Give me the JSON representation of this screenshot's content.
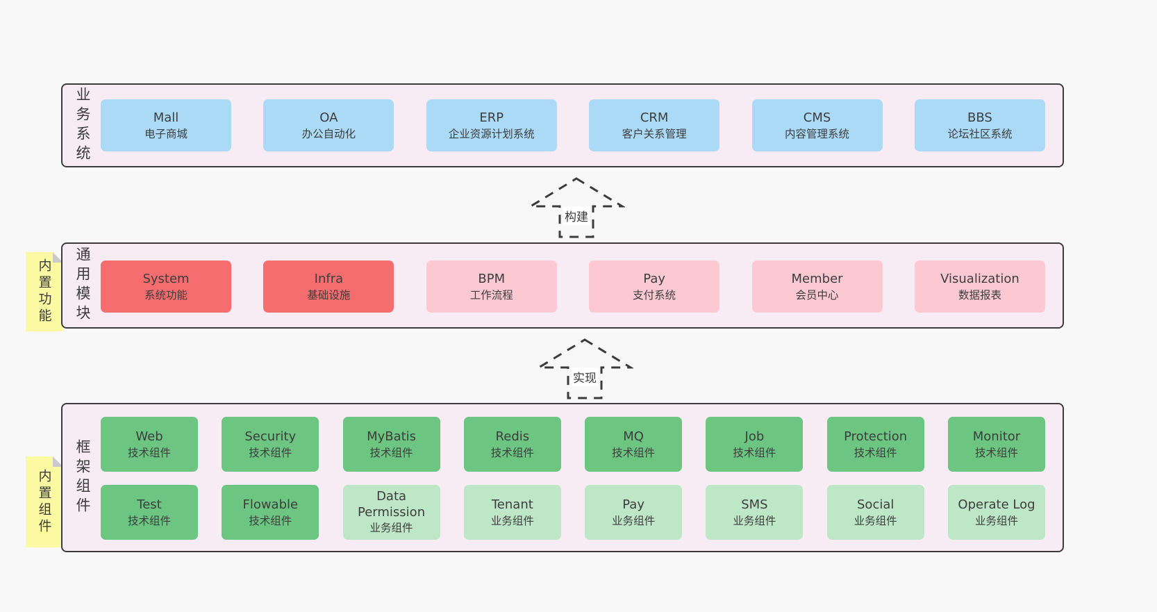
{
  "palette": {
    "page_bg": "#f8f8f8",
    "panel_bg": "#f8ecf4",
    "panel_border": "#3c3c3c",
    "blue_box": "#abdaf6",
    "red_box": "#f56d6e",
    "pink_box": "#fcc9d2",
    "green_box": "#6cc581",
    "light_green_box": "#bee7c7",
    "note_bg": "#fbf9a1",
    "note_fold": "#c9c9ce",
    "text": "#3d3d3d"
  },
  "arrows": [
    {
      "label": "构建"
    },
    {
      "label": "实现"
    }
  ],
  "sections": {
    "business": {
      "side_label": "业务系统",
      "boxes": [
        {
          "title": "Mall",
          "subtitle": "电子商城"
        },
        {
          "title": "OA",
          "subtitle": "办公自动化"
        },
        {
          "title": "ERP",
          "subtitle": "企业资源计划系统"
        },
        {
          "title": "CRM",
          "subtitle": "客户关系管理"
        },
        {
          "title": "CMS",
          "subtitle": "内容管理系统"
        },
        {
          "title": "BBS",
          "subtitle": "论坛社区系统"
        }
      ]
    },
    "modules": {
      "side_label": "通用模块",
      "note": "内置功能",
      "boxes": [
        {
          "title": "System",
          "subtitle": "系统功能"
        },
        {
          "title": "Infra",
          "subtitle": "基础设施"
        },
        {
          "title": "BPM",
          "subtitle": "工作流程"
        },
        {
          "title": "Pay",
          "subtitle": "支付系统"
        },
        {
          "title": "Member",
          "subtitle": "会员中心"
        },
        {
          "title": "Visualization",
          "subtitle": "数据报表"
        }
      ]
    },
    "framework": {
      "side_label": "框架组件",
      "note": "内置组件",
      "row1": [
        {
          "title": "Web",
          "subtitle": "技术组件"
        },
        {
          "title": "Security",
          "subtitle": "技术组件"
        },
        {
          "title": "MyBatis",
          "subtitle": "技术组件"
        },
        {
          "title": "Redis",
          "subtitle": "技术组件"
        },
        {
          "title": "MQ",
          "subtitle": "技术组件"
        },
        {
          "title": "Job",
          "subtitle": "技术组件"
        },
        {
          "title": "Protection",
          "subtitle": "技术组件"
        },
        {
          "title": "Monitor",
          "subtitle": "技术组件"
        }
      ],
      "row2": [
        {
          "title": "Test",
          "subtitle": "技术组件"
        },
        {
          "title": "Flowable",
          "subtitle": "技术组件"
        },
        {
          "title": "Data Permission",
          "subtitle": "业务组件"
        },
        {
          "title": "Tenant",
          "subtitle": "业务组件"
        },
        {
          "title": "Pay",
          "subtitle": "业务组件"
        },
        {
          "title": "SMS",
          "subtitle": "业务组件"
        },
        {
          "title": "Social",
          "subtitle": "业务组件"
        },
        {
          "title": "Operate Log",
          "subtitle": "业务组件"
        }
      ]
    }
  }
}
